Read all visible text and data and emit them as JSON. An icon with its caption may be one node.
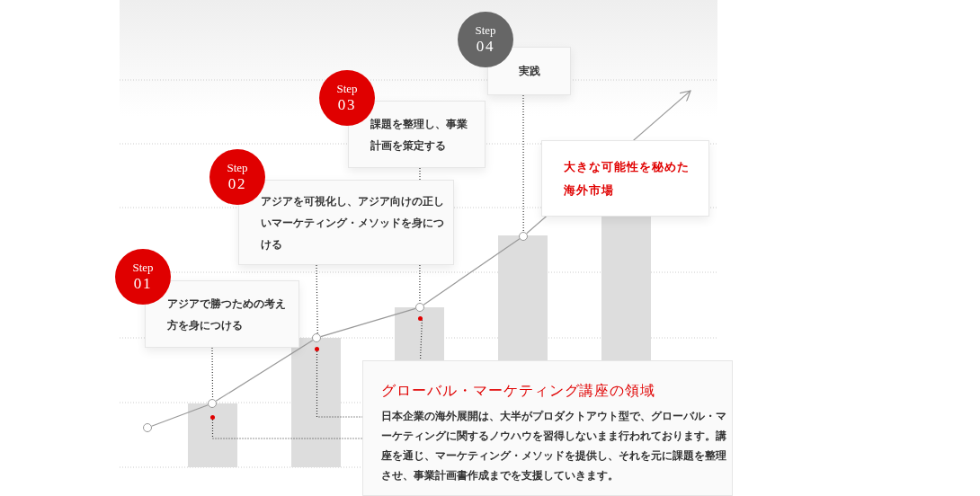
{
  "diagram": {
    "nodes": [
      {
        "text": [
          "Step",
          "01"
        ]
      },
      {
        "text": [
          "アジアで勝つための考え方を身につける"
        ]
      },
      {
        "text": [
          "Step",
          "02"
        ]
      },
      {
        "text": [
          "アジアを可視化し、アジア向けの正しいマーケティング・メソッドを身につける"
        ]
      },
      {
        "text": [
          "Step",
          "03"
        ]
      },
      {
        "text": [
          "課題を整理し、事業計画を策定する"
        ]
      },
      {
        "text": [
          "Step",
          "04"
        ]
      },
      {
        "text": [
          "実践"
        ]
      },
      {
        "text": [
          "大きな可能性を秘めた海外市場"
        ]
      },
      {
        "text": [
          "グローバル・マーケティング講座の領域",
          "日本企業の海外展開は、大半がプロダクトアウト型で、グローバル・マーケティングに関するノウハウを習得しないまま行われております。講座を通じ、マーケティング・メソッドを提供し、それを元に課題を整理させ、事業計画書作成までを支援していきます。"
        ]
      },
      {
        "text": [],
        "shape": "circle"
      },
      {
        "text": [],
        "shape": "circle"
      },
      {
        "text": [],
        "shape": "circle"
      },
      {
        "text": [],
        "shape": "circle"
      },
      {
        "text": [],
        "shape": "circle"
      },
      {
        "text": [],
        "shape": "circle"
      },
      {
        "text": [],
        "shape": "circle"
      },
      {
        "text": [],
        "shape": "circle"
      }
    ],
    "edges": [
      {
        "from": 10,
        "to": 11,
        "arrow": "none",
        "color": "#999999"
      },
      {
        "from": 11,
        "to": 12,
        "arrow": "none",
        "color": "#999999"
      },
      {
        "from": 12,
        "to": 13,
        "arrow": "none",
        "color": "#999999"
      },
      {
        "from": 13,
        "to": 14,
        "arrow": "none",
        "color": "#999999"
      },
      {
        "from": 14,
        "to": null,
        "arrow": "to",
        "color": "#999999"
      },
      {
        "from": 1,
        "to": 11,
        "arrow": "none",
        "style": "dashed"
      },
      {
        "from": 3,
        "to": 12,
        "arrow": "none",
        "style": "dashed"
      },
      {
        "from": 5,
        "to": 13,
        "arrow": "none",
        "style": "dashed"
      },
      {
        "from": 7,
        "to": 14,
        "arrow": "none",
        "style": "dashed"
      },
      {
        "from": 15,
        "to": 9,
        "arrow": "none",
        "style": "dashed"
      },
      {
        "from": 16,
        "to": 9,
        "arrow": "none",
        "style": "dashed"
      },
      {
        "from": 17,
        "to": 9,
        "arrow": "none",
        "style": "dashed"
      }
    ]
  }
}
